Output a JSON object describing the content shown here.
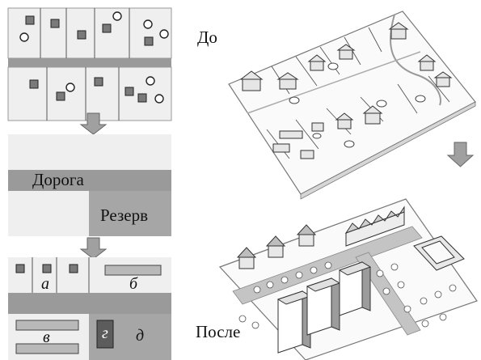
{
  "labels": {
    "before": "До",
    "after": "После"
  },
  "zones": {
    "road": "Дорога",
    "reserve": "Резерв"
  },
  "plots": {
    "a": "а",
    "b": "б",
    "v": "в",
    "g": "г",
    "d": "д"
  },
  "colors": {
    "plot_bg": "#efefef",
    "road": "#9a9a9a",
    "reserve": "#a6a6a6",
    "house": "#7a7a7a",
    "dark_house": "#5c5c5c",
    "long_block": "#b9b9b9",
    "arrow": "#a0a0a0"
  }
}
